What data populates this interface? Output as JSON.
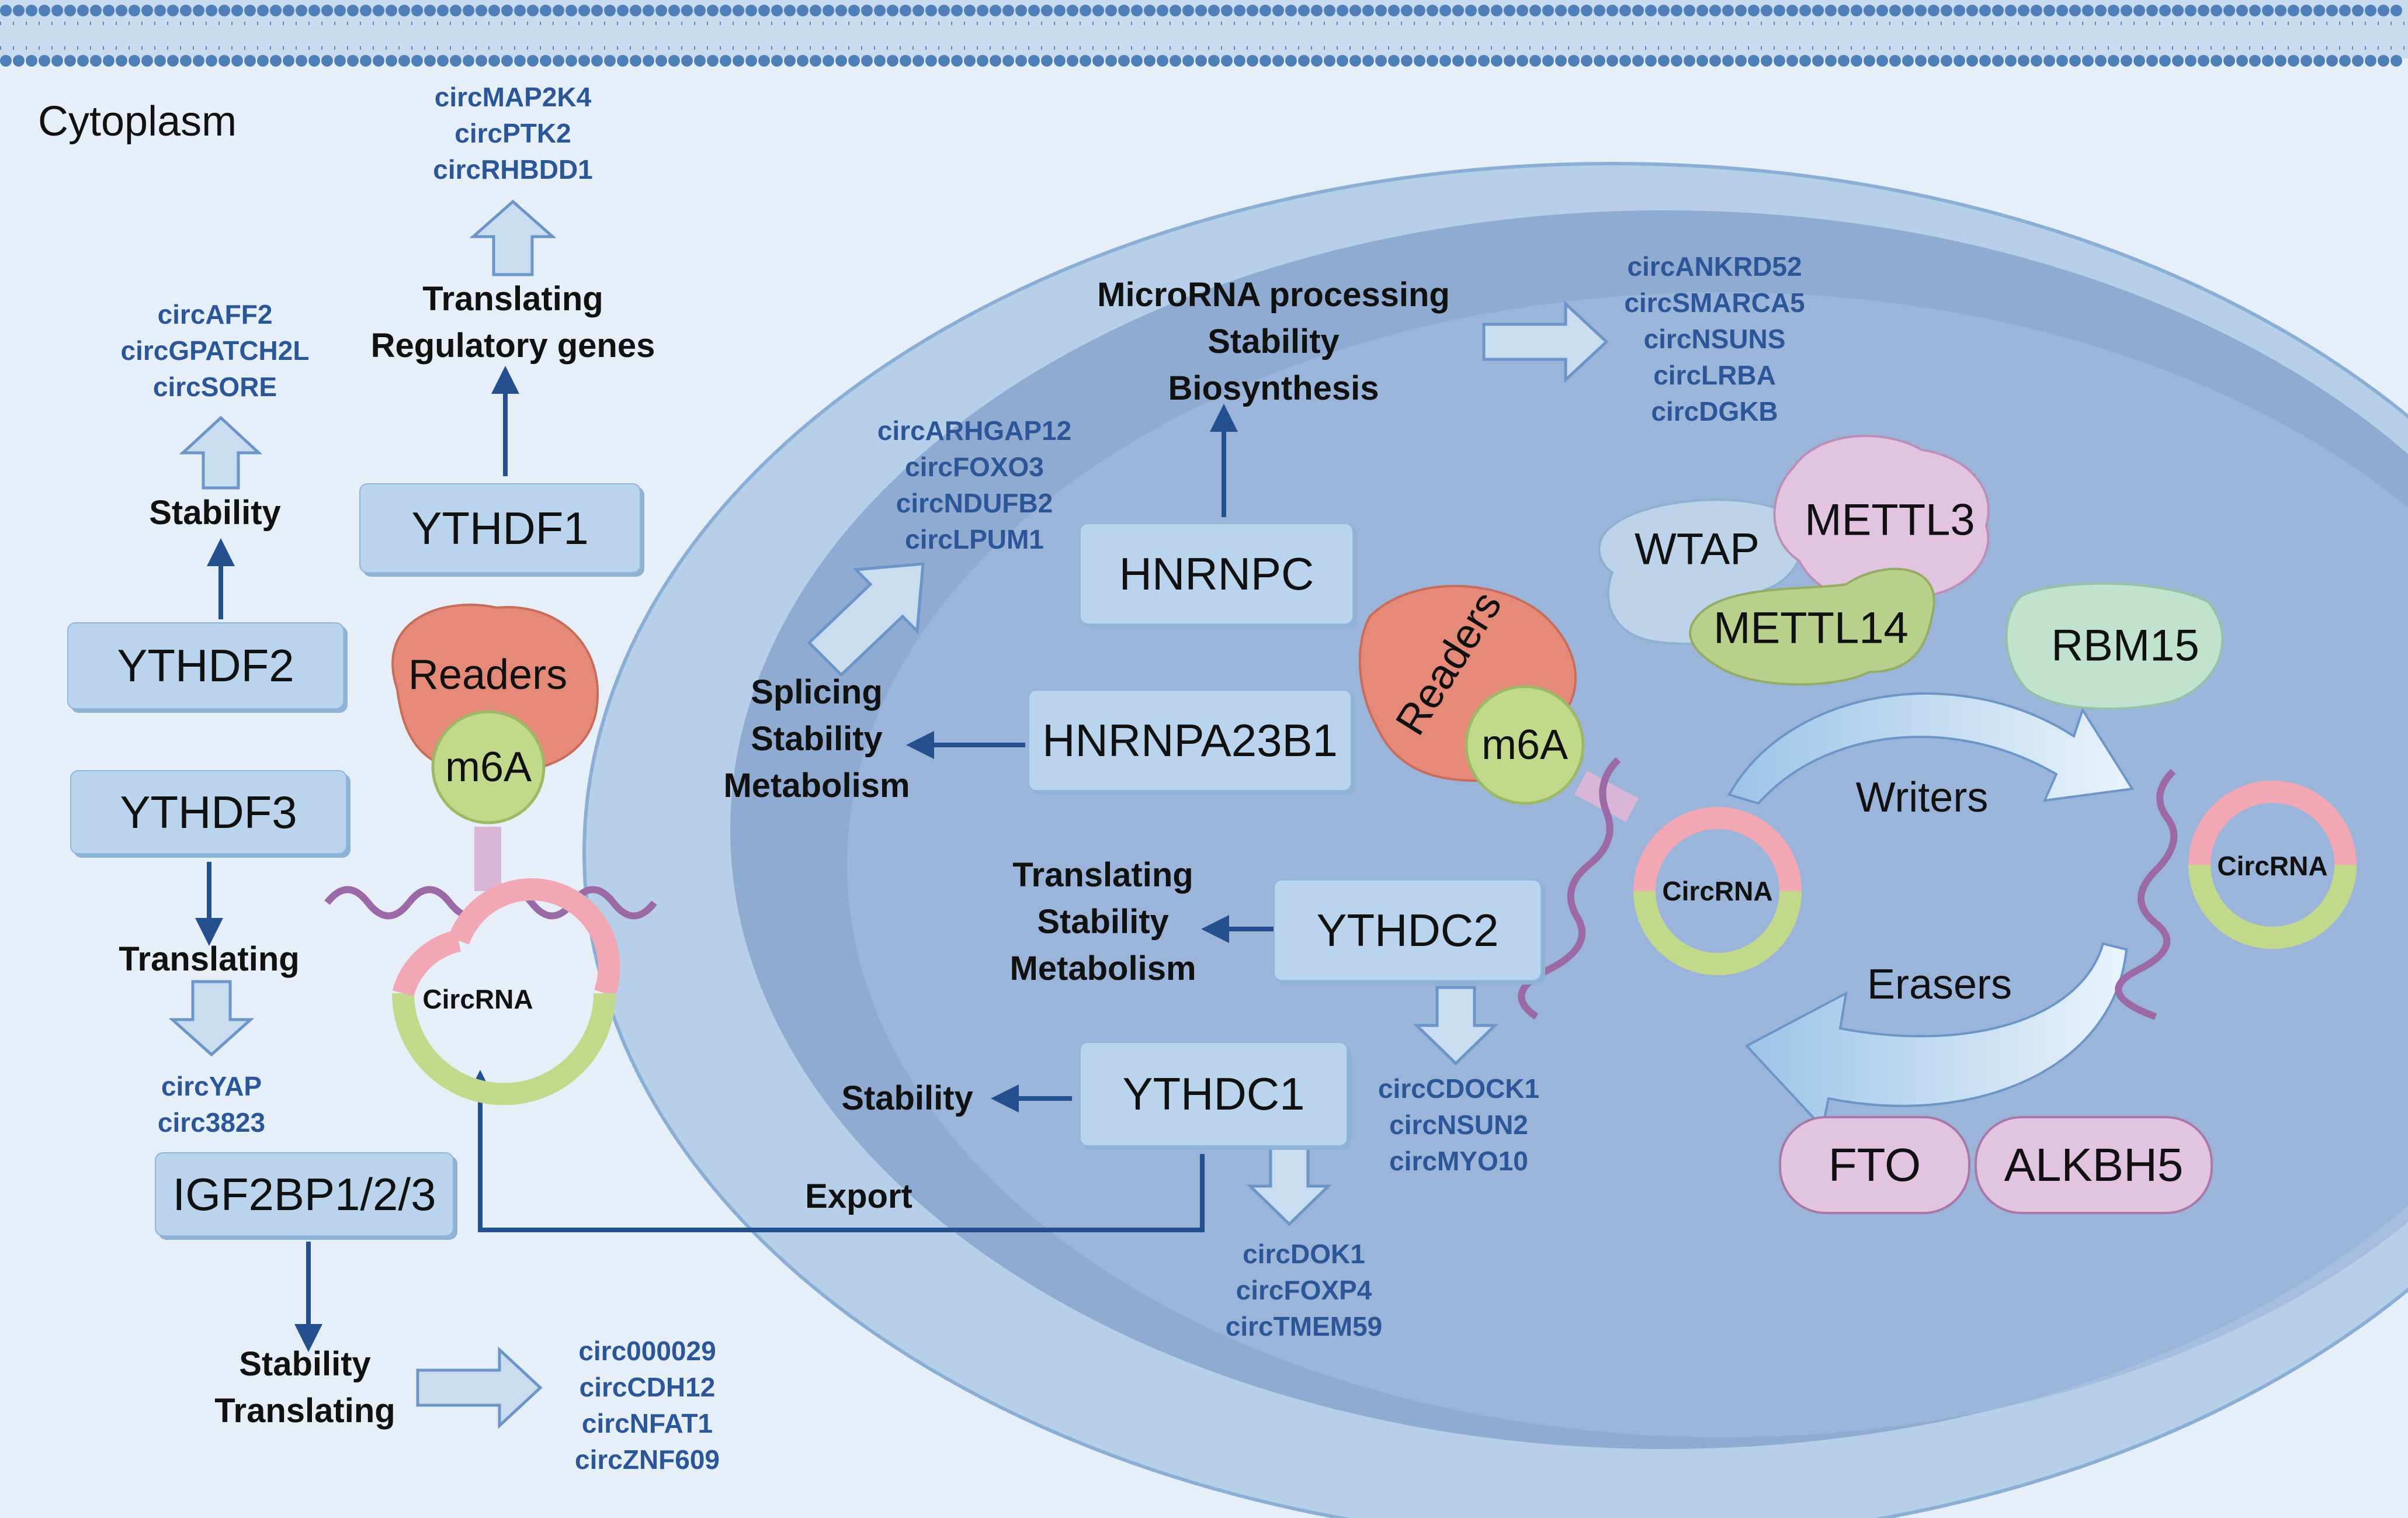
{
  "region_label": "Cytoplasm",
  "readers": {
    "ythdf1": "YTHDF1",
    "ythdf2": "YTHDF2",
    "ythdf3": "YTHDF3",
    "igf2bp": "IGF2BP1/2/3",
    "hnrnpc": "HNRNPC",
    "hnrnpa2b1": "HNRNPA23B1",
    "ythdc2": "YTHDC2",
    "ythdc1": "YTHDC1"
  },
  "functions": {
    "ythdf1": "Translating\nRegulatory genes",
    "ythdf2": "Stability",
    "ythdf3": "Translating",
    "igf2bp": "Stability\nTranslating",
    "hnrnpc": "MicroRNA processing\nStability\nBiosynthesis",
    "hnrnpa2b1": "Splicing\nStability\nMetabolism",
    "ythdc2": "Translating\nStability\nMetabolism",
    "ythdc1": "Stability",
    "export": "Export"
  },
  "circrnas": {
    "ythdf1": "circMAP2K4\ncircPTK2\ncircRHBDD1",
    "ythdf2": "circAFF2\ncircGPATCH2L\ncircSORE",
    "ythdf3": "circYAP\ncirc3823",
    "igf2bp": "circ000029\ncircCDH12\ncircNFAT1\ncircZNF609",
    "hnrnpc": "circANKRD52\ncircSMARCA5\ncircNSUNS\ncircLRBA\ncircDGKB",
    "hnrnpa2b1": "circARHGAP12\ncircFOXO3\ncircNDUFB2\ncircLPUM1",
    "ythdc2": "circCDOCK1\ncircNSUN2\ncircMYO10",
    "ythdc1": "circDOK1\ncircFOXP4\ncircTMEM59"
  },
  "complex": {
    "readers": "Readers",
    "m6a": "m6A",
    "circrna": "CircRNA"
  },
  "writers": {
    "label": "Writers",
    "wtap": "WTAP",
    "mettl3": "METTL3",
    "mettl14": "METTL14",
    "rbm15": "RBM15"
  },
  "erasers": {
    "label": "Erasers",
    "fto": "FTO",
    "alkbh5": "ALKBH5"
  },
  "colors": {
    "cytoplasm": "#e6eff8",
    "nucleus_outer": "#a9c2e0",
    "nucleus_inner": "#90abd2",
    "arrow": "#24508f",
    "circ_text": "#2b5697",
    "readers": "#e58a78",
    "m6a": "#c2d98c",
    "enzyme": "#e2c4e0",
    "box": "#b9d4ec"
  }
}
